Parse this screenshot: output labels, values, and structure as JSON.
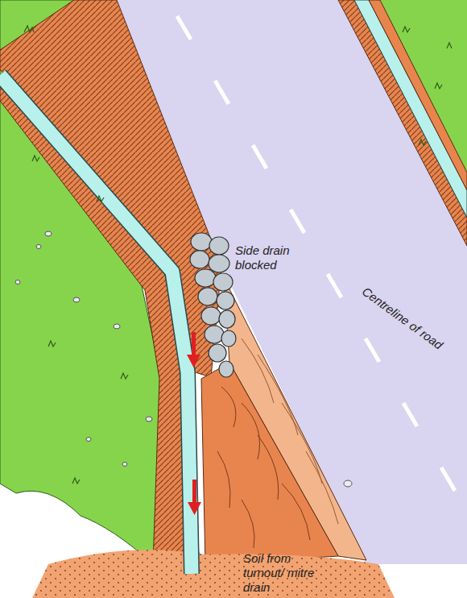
{
  "diagram": {
    "labels": [
      "Side drain blocked",
      "Centreline of road",
      "Soil from turnout/ mitre drain"
    ]
  }
}
